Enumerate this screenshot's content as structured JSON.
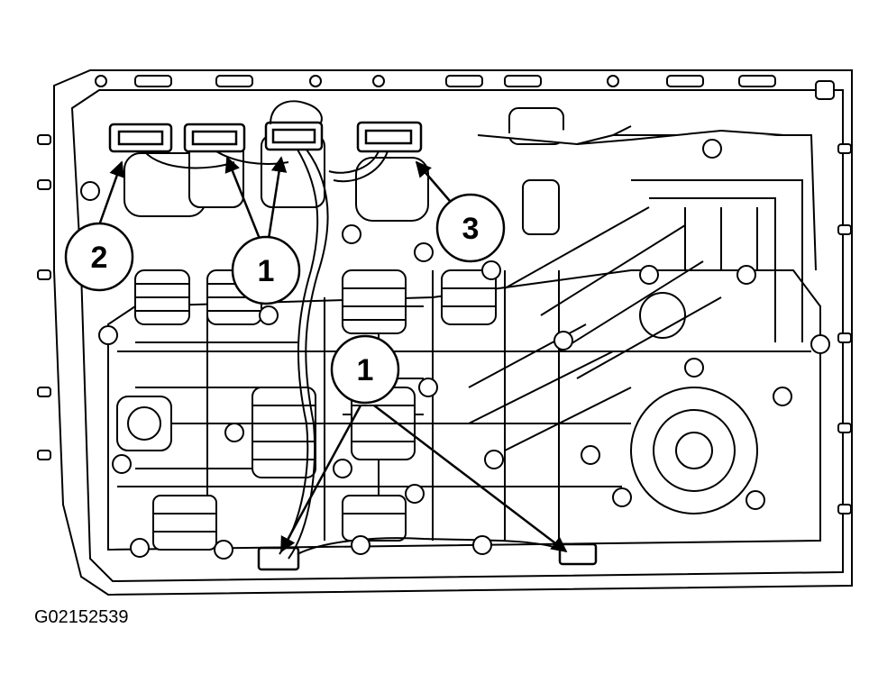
{
  "figure": {
    "id_label": "G02152539",
    "callouts": [
      {
        "key": "c2",
        "label": "2"
      },
      {
        "key": "c1a",
        "label": "1"
      },
      {
        "key": "c3",
        "label": "3"
      },
      {
        "key": "c1b",
        "label": "1"
      }
    ]
  }
}
